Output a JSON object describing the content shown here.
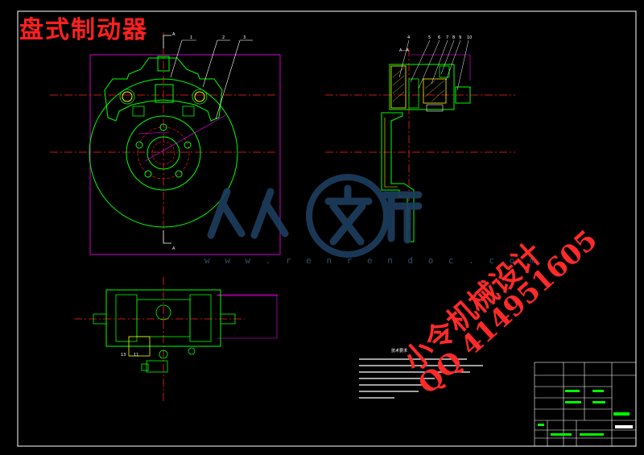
{
  "title": "盘式制动器",
  "watermark": {
    "url_text": "w w w . r e n r e n d o c . c o m",
    "brand_line1": "小令机械设计",
    "brand_line2": "QQ 414951605"
  },
  "section_label": "A—A",
  "view_marker": "A",
  "notes_title": "技术要求",
  "balloons_front": [
    "1",
    "2",
    "3"
  ],
  "balloons_section": [
    "4",
    "5",
    "6",
    "7",
    "8",
    "9",
    "10"
  ],
  "balloons_bottom": [
    "13",
    "11"
  ],
  "colors": {
    "background": "#000000",
    "outline": "#ffffff",
    "part": "#00ff00",
    "centerline": "#ff2020",
    "dimension": "#ff00ff",
    "hatch": "#ffff00",
    "watermark_blue": "#1d3f60",
    "watermark_red": "#ff2a2a"
  }
}
